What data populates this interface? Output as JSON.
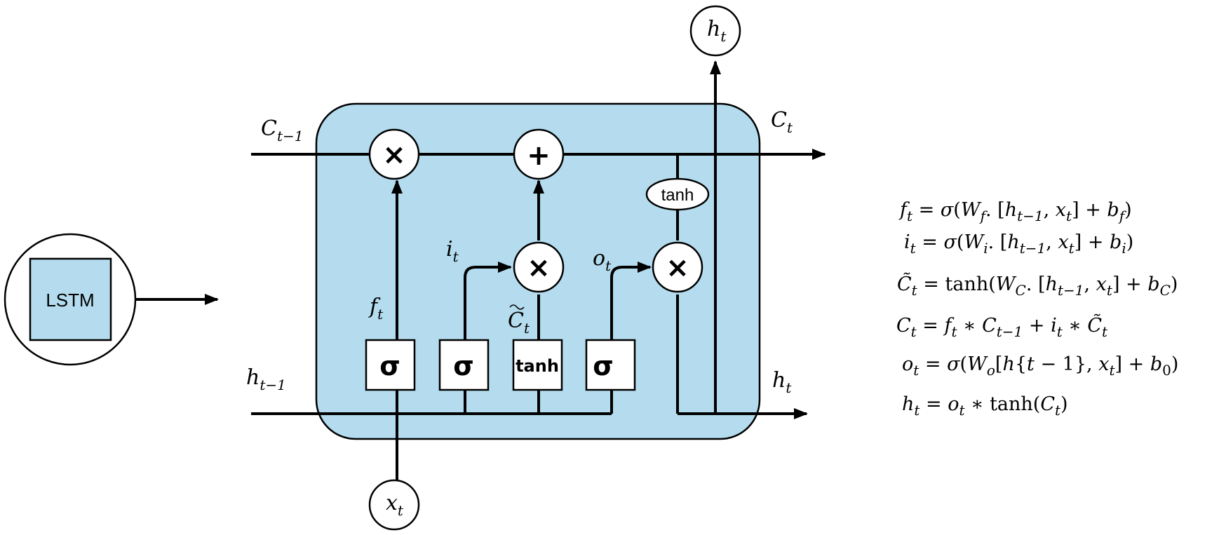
{
  "icon_block": {
    "label": "LSTM"
  },
  "gates": {
    "sigma": "σ",
    "tanh": "tanh",
    "tanh_ellipse": "tanh"
  },
  "ops": {
    "multiply": "×",
    "add": "+"
  },
  "labels": {
    "c_prev": "C",
    "c_prev_sub": "t−1",
    "c_t": "C",
    "c_t_sub": "t",
    "h_prev": "h",
    "h_prev_sub": "t−1",
    "h_t_right": "h",
    "h_t_right_sub": "t",
    "h_t_top": "h",
    "h_t_top_sub": "t",
    "x_t": "x",
    "x_t_sub": "t",
    "f_t": "f",
    "f_t_sub": "t",
    "i_t": "i",
    "i_t_sub": "t",
    "o_t": "o",
    "o_t_sub": "t",
    "c_tilde": "C",
    "c_tilde_sub": "t"
  },
  "equations": [
    "f_t = σ(W_f. [h_{t−1}, x_t] + b_f)",
    "i_t = σ(W_i. [h_{t−1}, x_t] + b_i)",
    "C̃_t = tanh(W_C. [h_{t−1}, x_t] + b_C)",
    "C_t = f_t ∗ C_{t−1} + i_t ∗ C̃_t",
    "o_t = σ(W_o[h{t − 1}, x_t] + b_0)",
    "h_t = o_t ∗ tanh(C_t)"
  ],
  "colors": {
    "cell_fill": "#b4dcee",
    "stroke": "#000000",
    "background": "#ffffff"
  }
}
